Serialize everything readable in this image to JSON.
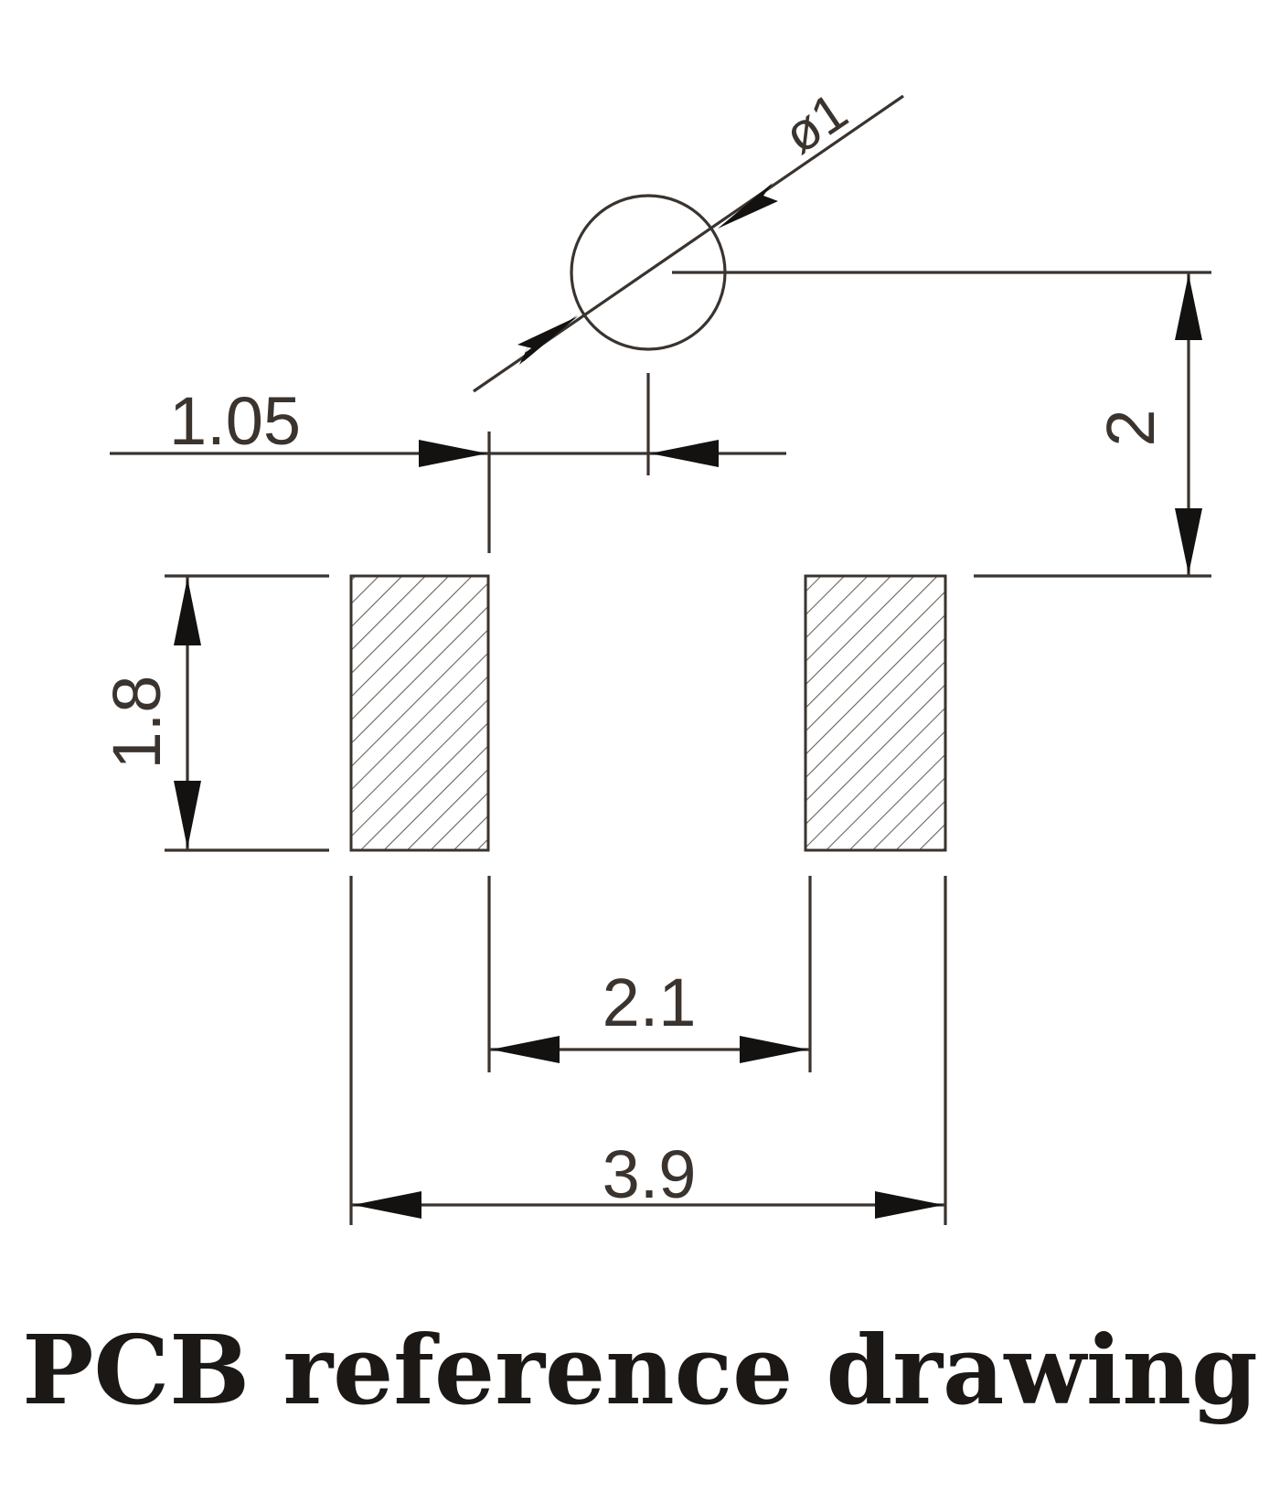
{
  "diagram": {
    "caption": "PCB reference drawing",
    "dimensions": {
      "hole_diameter": "ø1",
      "offset_horizontal": "1.05",
      "offset_vertical": "2",
      "pad_height": "1.8",
      "pad_gap": "2.1",
      "overall_width": "3.9"
    },
    "colors": {
      "line": "#3a332e",
      "arrow": "#141210",
      "hatch": "#6b625a"
    }
  }
}
